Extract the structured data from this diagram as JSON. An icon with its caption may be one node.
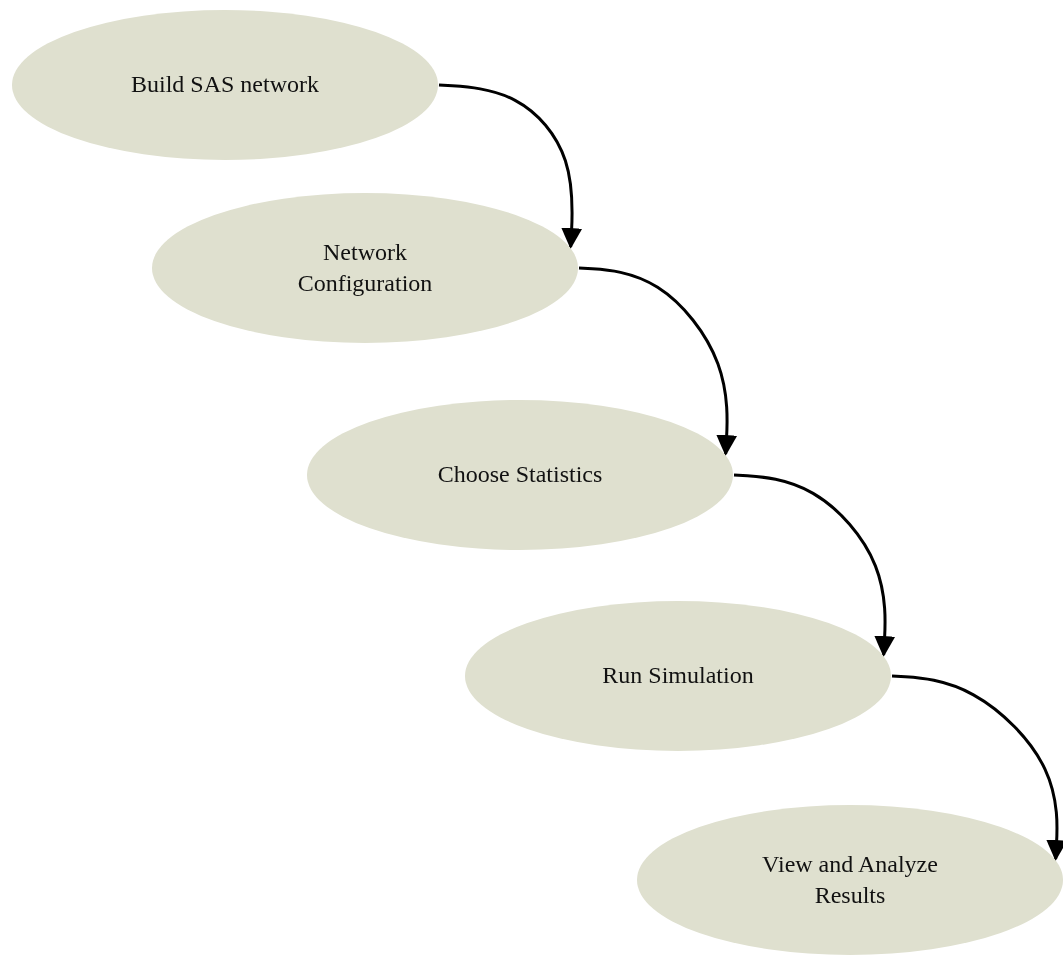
{
  "diagram": {
    "nodes": [
      {
        "text": [
          "Build SAS network"
        ]
      },
      {
        "text": [
          "Network Configuration"
        ]
      },
      {
        "text": [
          "Choose Statistics"
        ]
      },
      {
        "text": [
          "Run Simulation"
        ]
      },
      {
        "text": [
          "View and Analyze Results"
        ]
      }
    ],
    "edges": [
      {
        "from": 0,
        "to": 1,
        "arrow": "to"
      },
      {
        "from": 1,
        "to": 2,
        "arrow": "to"
      },
      {
        "from": 2,
        "to": 3,
        "arrow": "to"
      },
      {
        "from": 3,
        "to": 4,
        "arrow": "to"
      }
    ]
  }
}
